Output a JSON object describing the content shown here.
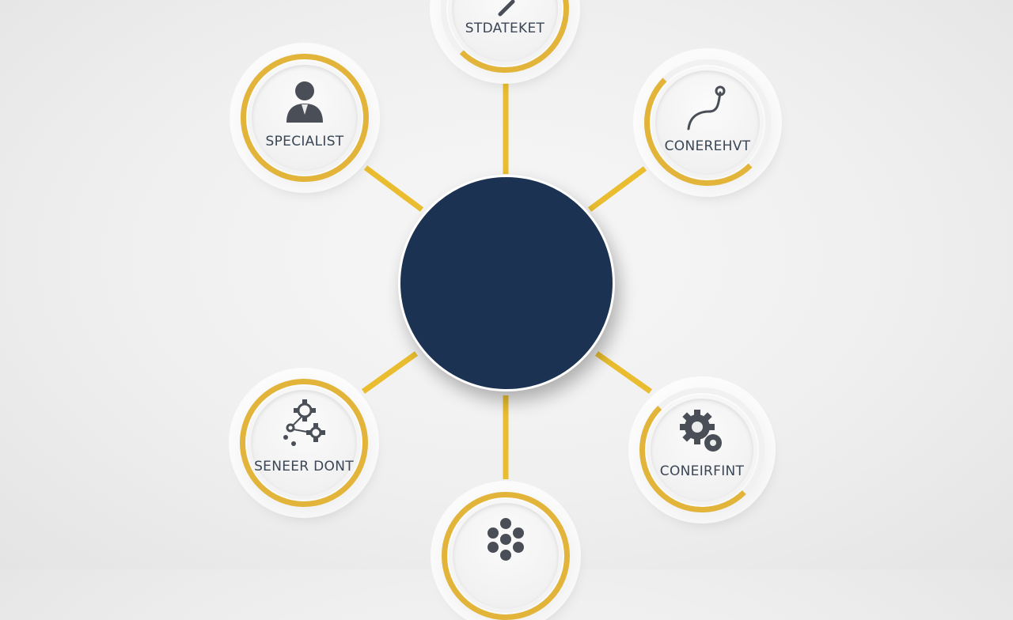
{
  "colors": {
    "hub": "#1b3252",
    "accent": "#e2b53a",
    "text": "#3a4656",
    "icon": "#4a4f57"
  },
  "nodes": [
    {
      "id": "top",
      "label": "STDATEKET",
      "icon": "pencil-icon"
    },
    {
      "id": "upper-left",
      "label": "SPECIALIST",
      "icon": "person-icon"
    },
    {
      "id": "upper-right",
      "label": "CONEREHVT",
      "icon": "curve-icon"
    },
    {
      "id": "lower-left",
      "label": "SENEER DONT",
      "icon": "gear-cluster-icon"
    },
    {
      "id": "lower-right",
      "label": "CONEIRFINT",
      "icon": "gears-icon"
    },
    {
      "id": "bottom",
      "label": "",
      "icon": "dots-icon"
    }
  ]
}
